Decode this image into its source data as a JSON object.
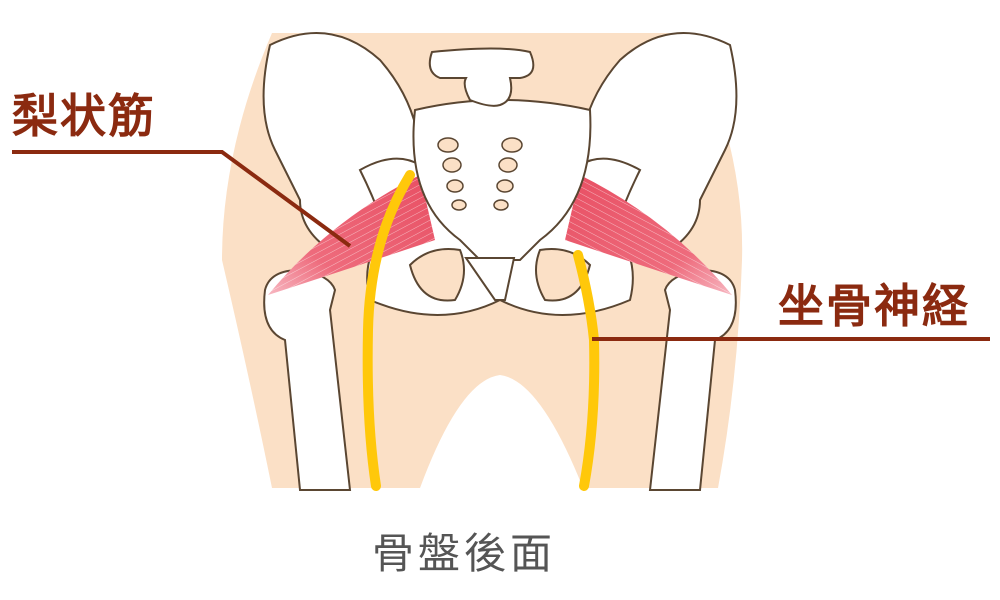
{
  "labels": {
    "piriformis": "梨状筋",
    "sciatic_nerve": "坐骨神経"
  },
  "caption": "骨盤後面",
  "colors": {
    "skin": "#fbe0c6",
    "bone_fill": "#ffffff",
    "bone_outline": "#5a4632",
    "muscle": "#ec6878",
    "nerve": "#ffc80a",
    "leader_line": "#8b2a10",
    "caption_text": "#555555"
  }
}
